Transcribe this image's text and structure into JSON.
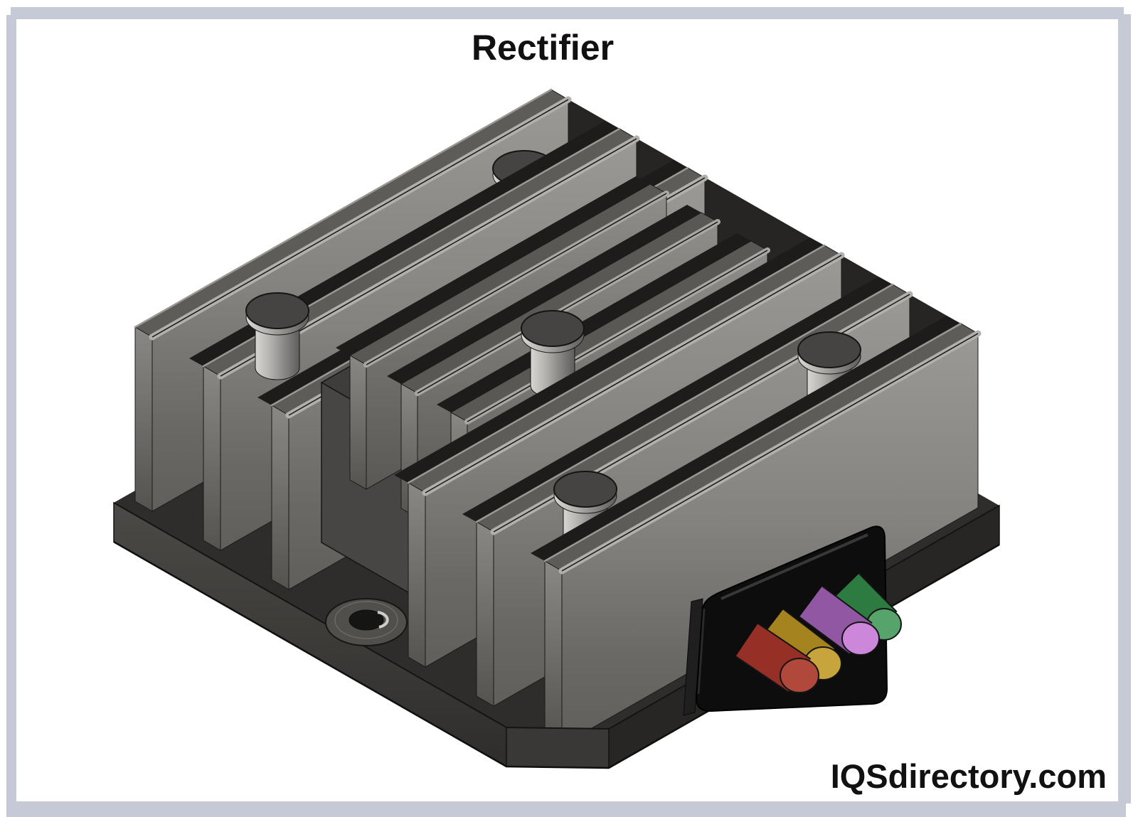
{
  "title": "Rectifier",
  "watermark": "IQSdirectory.com",
  "frame": {
    "color": "#c5cad6"
  },
  "canvas": {
    "background": "#ffffff"
  },
  "device": {
    "label": "rectifier heat sink body",
    "body_gray": "#7c7a77",
    "tall_fin_count": 6,
    "short_fin_count": 3,
    "terminal_post_count": 5,
    "mounting_hole_count": 1
  },
  "connector": {
    "housing_color": "#0d0d0d",
    "pins": [
      {
        "name": "red",
        "color": "#962f26",
        "cap_color": "#b0483c"
      },
      {
        "name": "yellow",
        "color": "#a5831f",
        "cap_color": "#c7a53c"
      },
      {
        "name": "purple",
        "color": "#9157a3",
        "cap_color": "#cd87da"
      },
      {
        "name": "green",
        "color": "#2e7b42",
        "cap_color": "#56a36b"
      }
    ]
  }
}
